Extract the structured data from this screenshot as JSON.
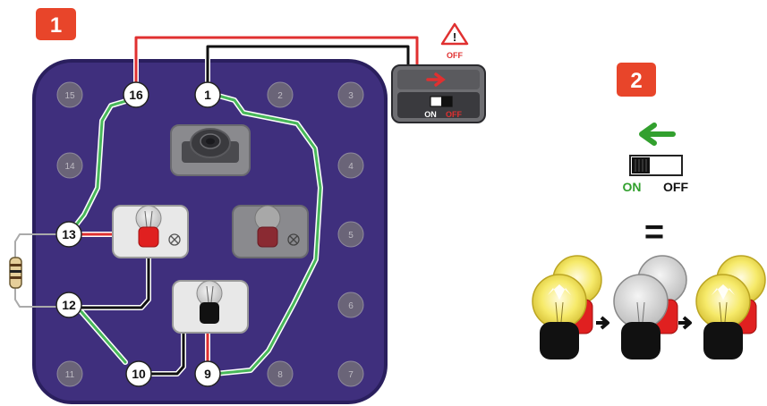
{
  "steps": {
    "one": "1",
    "two": "2"
  },
  "board": {
    "dim_nodes": [
      "15",
      "2",
      "3",
      "14",
      "4",
      "5",
      "6",
      "11",
      "8",
      "7"
    ],
    "active_nodes": [
      "16",
      "1",
      "13",
      "12",
      "10",
      "9"
    ]
  },
  "warning": {
    "icon": "warning-triangle-icon",
    "text": "OFF"
  },
  "board_switch": {
    "on": "ON",
    "off": "OFF"
  },
  "legend_switch": {
    "on": "ON",
    "off": "OFF",
    "equals": "="
  },
  "colors": {
    "badge": "#e8452a",
    "board": "#3f2f7d",
    "wire_red": "#e03030",
    "wire_green": "#48b85a",
    "wire_black": "#111111",
    "on_green": "#32a02e",
    "off_red": "#e03030"
  }
}
